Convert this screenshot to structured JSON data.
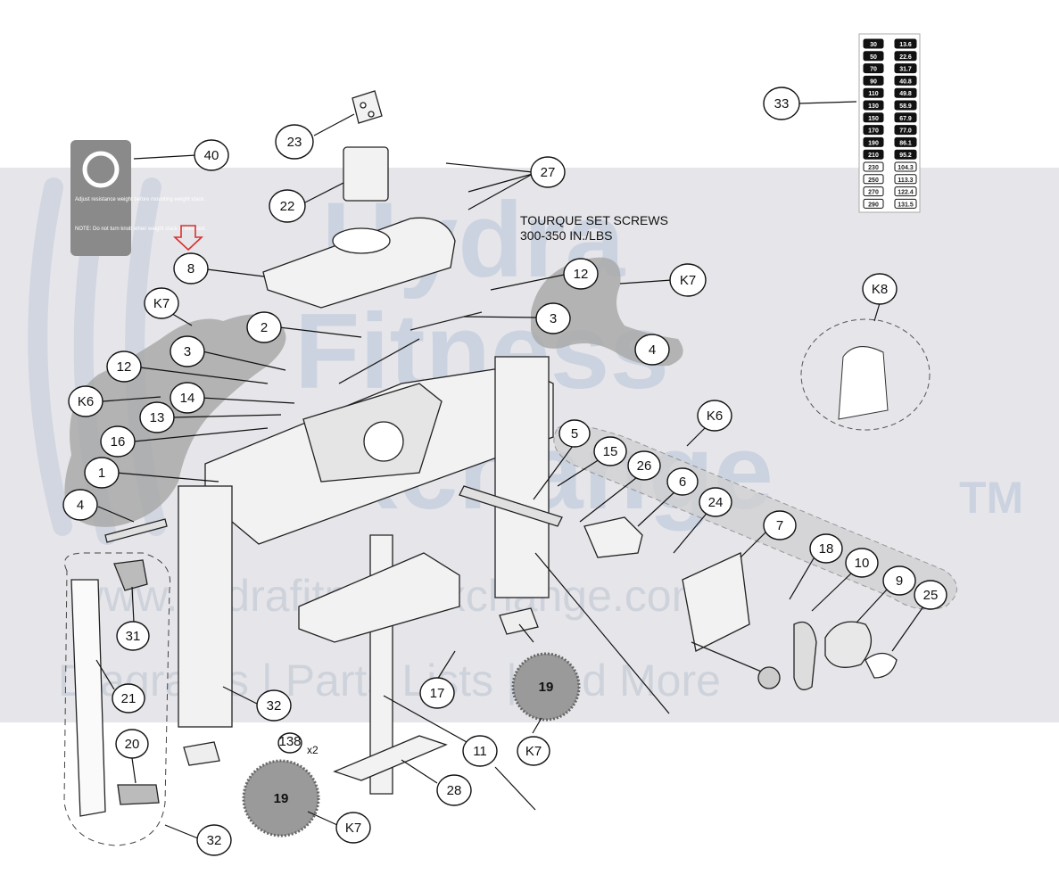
{
  "watermark": {
    "brand_line1": "Hydra",
    "brand_line2": "Fitness",
    "brand_line3": "Exchange",
    "trademark": "TM",
    "url": "www.hydrafitnessexchange.com",
    "tagline": "Diagrams | Parts Lists | And More"
  },
  "note": {
    "line1": "TOURQUE SET SCREWS",
    "line2": "300-350 IN./LBS"
  },
  "decal_40": {
    "text1": "Adjust resistance weight before mounting weight stack.",
    "text2": "NOTE: Do not turn knob when weight stack is elevated."
  },
  "weight_chart": {
    "left": [
      "30",
      "50",
      "70",
      "90",
      "110",
      "130",
      "150",
      "170",
      "190",
      "210",
      "230",
      "250",
      "270",
      "290"
    ],
    "right": [
      "13.6",
      "22.6",
      "31.7",
      "40.8",
      "49.8",
      "58.9",
      "67.9",
      "77.0",
      "86.1",
      "95.2",
      "104.3",
      "113.3",
      "122.4",
      "131.5"
    ]
  },
  "marker": {
    "color": "#d9302f"
  },
  "callouts": [
    {
      "id": "c23",
      "label": "23"
    },
    {
      "id": "c40",
      "label": "40"
    },
    {
      "id": "c27",
      "label": "27"
    },
    {
      "id": "c22",
      "label": "22"
    },
    {
      "id": "c33",
      "label": "33"
    },
    {
      "id": "c8",
      "label": "8"
    },
    {
      "id": "c12a",
      "label": "12"
    },
    {
      "id": "ck7a",
      "label": "K7"
    },
    {
      "id": "ck7b",
      "label": "K7"
    },
    {
      "id": "c2",
      "label": "2"
    },
    {
      "id": "c3a",
      "label": "3"
    },
    {
      "id": "c3b",
      "label": "3"
    },
    {
      "id": "c4a",
      "label": "4"
    },
    {
      "id": "ck8",
      "label": "K8"
    },
    {
      "id": "c12b",
      "label": "12"
    },
    {
      "id": "ck6a",
      "label": "K6"
    },
    {
      "id": "c14",
      "label": "14"
    },
    {
      "id": "c13",
      "label": "13"
    },
    {
      "id": "c16",
      "label": "16"
    },
    {
      "id": "c1",
      "label": "1"
    },
    {
      "id": "c4b",
      "label": "4"
    },
    {
      "id": "ck6b",
      "label": "K6"
    },
    {
      "id": "c5",
      "label": "5"
    },
    {
      "id": "c15",
      "label": "15"
    },
    {
      "id": "c26",
      "label": "26"
    },
    {
      "id": "c6",
      "label": "6"
    },
    {
      "id": "c24",
      "label": "24"
    },
    {
      "id": "c7",
      "label": "7"
    },
    {
      "id": "c18",
      "label": "18"
    },
    {
      "id": "c10",
      "label": "10"
    },
    {
      "id": "c9",
      "label": "9"
    },
    {
      "id": "c25",
      "label": "25"
    },
    {
      "id": "c31",
      "label": "31"
    },
    {
      "id": "c21",
      "label": "21"
    },
    {
      "id": "c32a",
      "label": "32"
    },
    {
      "id": "c17",
      "label": "17"
    },
    {
      "id": "c19a",
      "label": "19"
    },
    {
      "id": "c11",
      "label": "11"
    },
    {
      "id": "ck7c",
      "label": "K7"
    },
    {
      "id": "c138",
      "label": "138"
    },
    {
      "id": "c20",
      "label": "20"
    },
    {
      "id": "c28",
      "label": "28"
    },
    {
      "id": "c19b",
      "label": "19"
    },
    {
      "id": "ck7d",
      "label": "K7"
    },
    {
      "id": "c32b",
      "label": "32"
    }
  ],
  "qty_138": "x2"
}
